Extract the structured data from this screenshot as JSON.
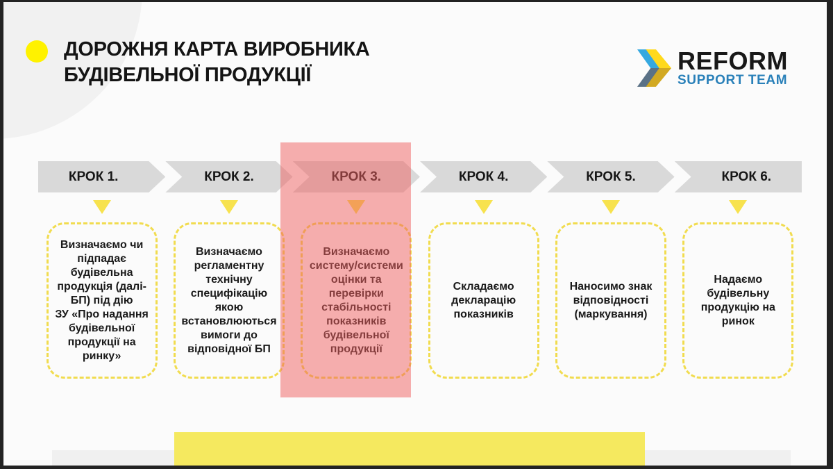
{
  "slide": {
    "title_line1": "ДОРОЖНЯ КАРТА ВИРОБНИКА",
    "title_line2": "БУДІВЕЛЬНОЇ ПРОДУКЦІЇ"
  },
  "logo": {
    "name": "REFORM",
    "subtitle": "SUPPORT TEAM"
  },
  "steps": [
    {
      "label": "КРОК 1.",
      "description": "Визначаємо чи\nпідпадає\nбудівельна\nпродукція (далі-\nБП) під дію\nЗУ «Про надання\nбудівельної\nпродукції на\nринку»",
      "highlighted": false
    },
    {
      "label": "КРОК 2.",
      "description": "Визначаємо\nрегламентну\nтехнічну\nспецифікацію\nякою\nвстановлюються\nвимоги до\nвідповідної БП",
      "highlighted": false
    },
    {
      "label": "КРОК 3.",
      "description": "Визначаємо\nсистему/системи\nоцінки та\nперевірки\nстабільності\nпоказників\nбудівельної\nпродукції",
      "highlighted": true
    },
    {
      "label": "КРОК 4.",
      "description": "Складаємо\nдекларацію\nпоказників",
      "highlighted": false
    },
    {
      "label": "КРОК 5.",
      "description": "Наносимо знак\nвідповідності\n(маркування)",
      "highlighted": false
    },
    {
      "label": "КРОК 6.",
      "description": "Надаємо\nбудівельну\nпродукцію на\nринок",
      "highlighted": false
    }
  ],
  "colors": {
    "accent_yellow": "#f7e24e",
    "bullet_yellow": "#fff200",
    "dashed_border_yellow": "#f1dc4f",
    "chevron_gray": "#d9d9d9",
    "highlight_pink": "#f7b1b1",
    "highlighted_text_maroon": "#772f2f",
    "logo_blue": "#2980b9",
    "footer_yellow": "#f5e95f",
    "frame_dark": "#232323"
  }
}
